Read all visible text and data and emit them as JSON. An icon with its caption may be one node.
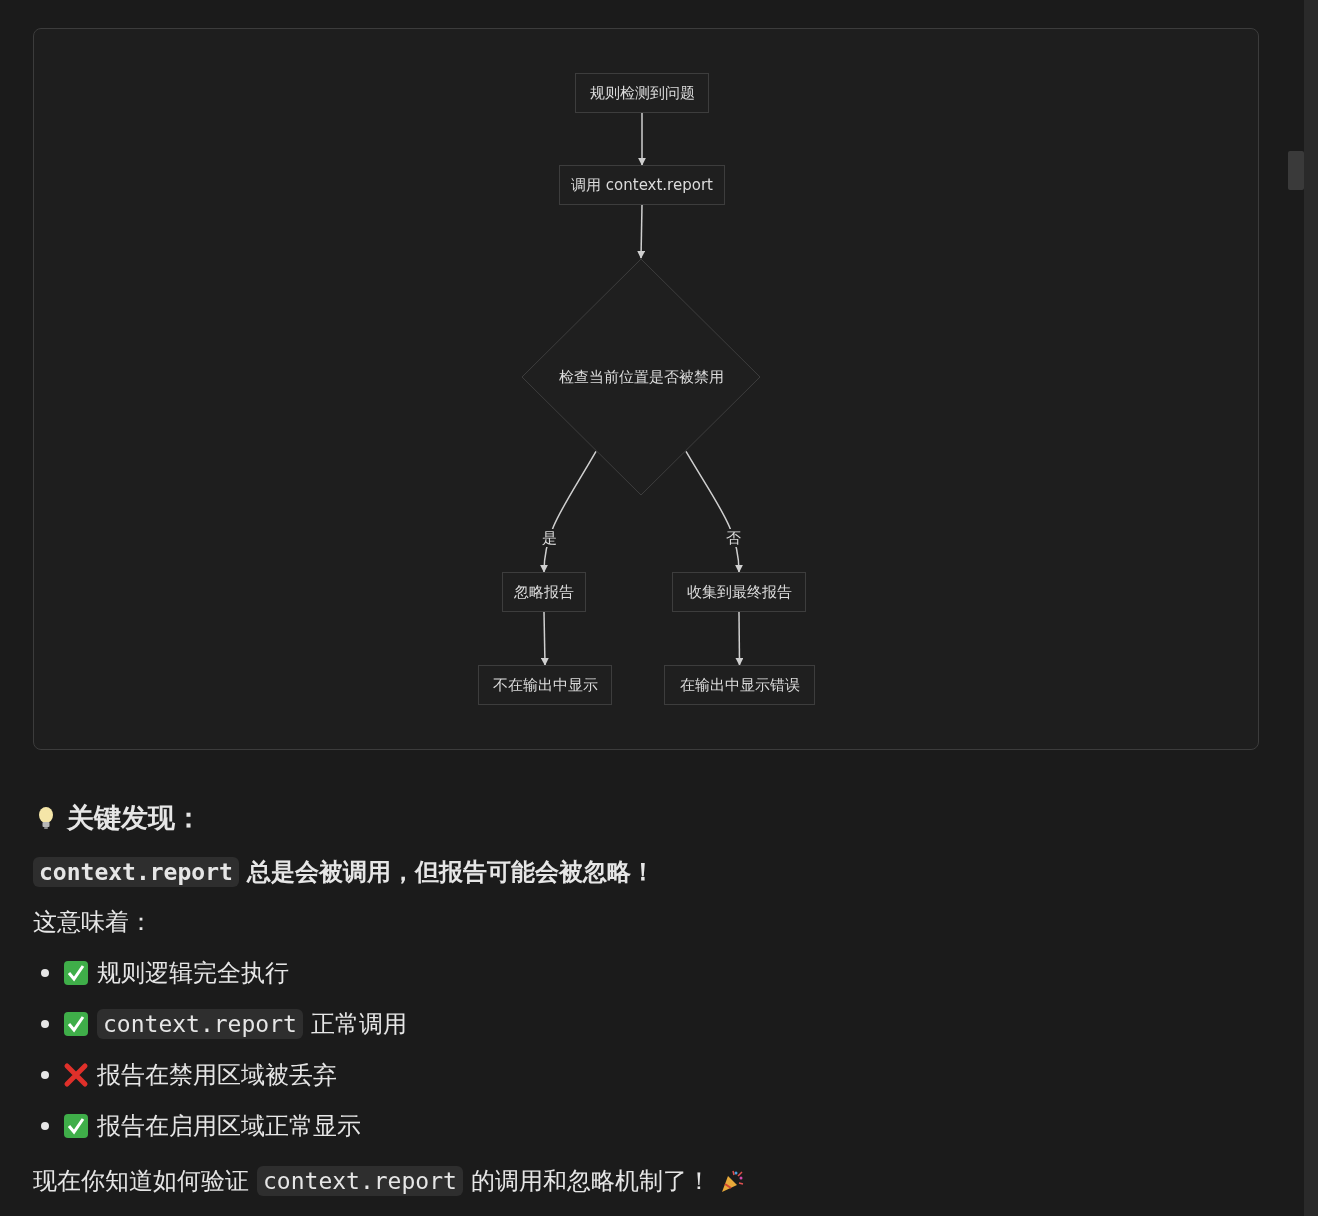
{
  "diagram": {
    "nodes": [
      {
        "text": [
          "规则检测到问题"
        ]
      },
      {
        "text": [
          "调用 context.report"
        ]
      },
      {
        "text": [
          "检查当前位置是否被禁用"
        ]
      },
      {
        "text": [
          "忽略报告"
        ]
      },
      {
        "text": [
          "收集到最终报告"
        ]
      },
      {
        "text": [
          "不在输出中显示"
        ]
      },
      {
        "text": [
          "在输出中显示错误"
        ]
      }
    ],
    "edges": [
      {
        "from": 0,
        "to": 1,
        "arrow": "to"
      },
      {
        "from": 1,
        "to": 2,
        "arrow": "to"
      },
      {
        "from": 2,
        "to": 3,
        "arrow": "to",
        "label": "是"
      },
      {
        "from": 2,
        "to": 4,
        "arrow": "to",
        "label": "否"
      },
      {
        "from": 3,
        "to": 5,
        "arrow": "to"
      },
      {
        "from": 4,
        "to": 6,
        "arrow": "to"
      }
    ],
    "labels": [
      "关键发现：",
      "context.report",
      "总是会被调用，但报告可能会被忽略！",
      "这意味着：",
      "规则逻辑完全执行",
      "context.report",
      "正常调用",
      "报告在禁用区域被丢弃",
      "报告在启用区域正常显示",
      "现在你知道如何验证",
      "context.report",
      "的调用和忽略机制了！"
    ]
  }
}
